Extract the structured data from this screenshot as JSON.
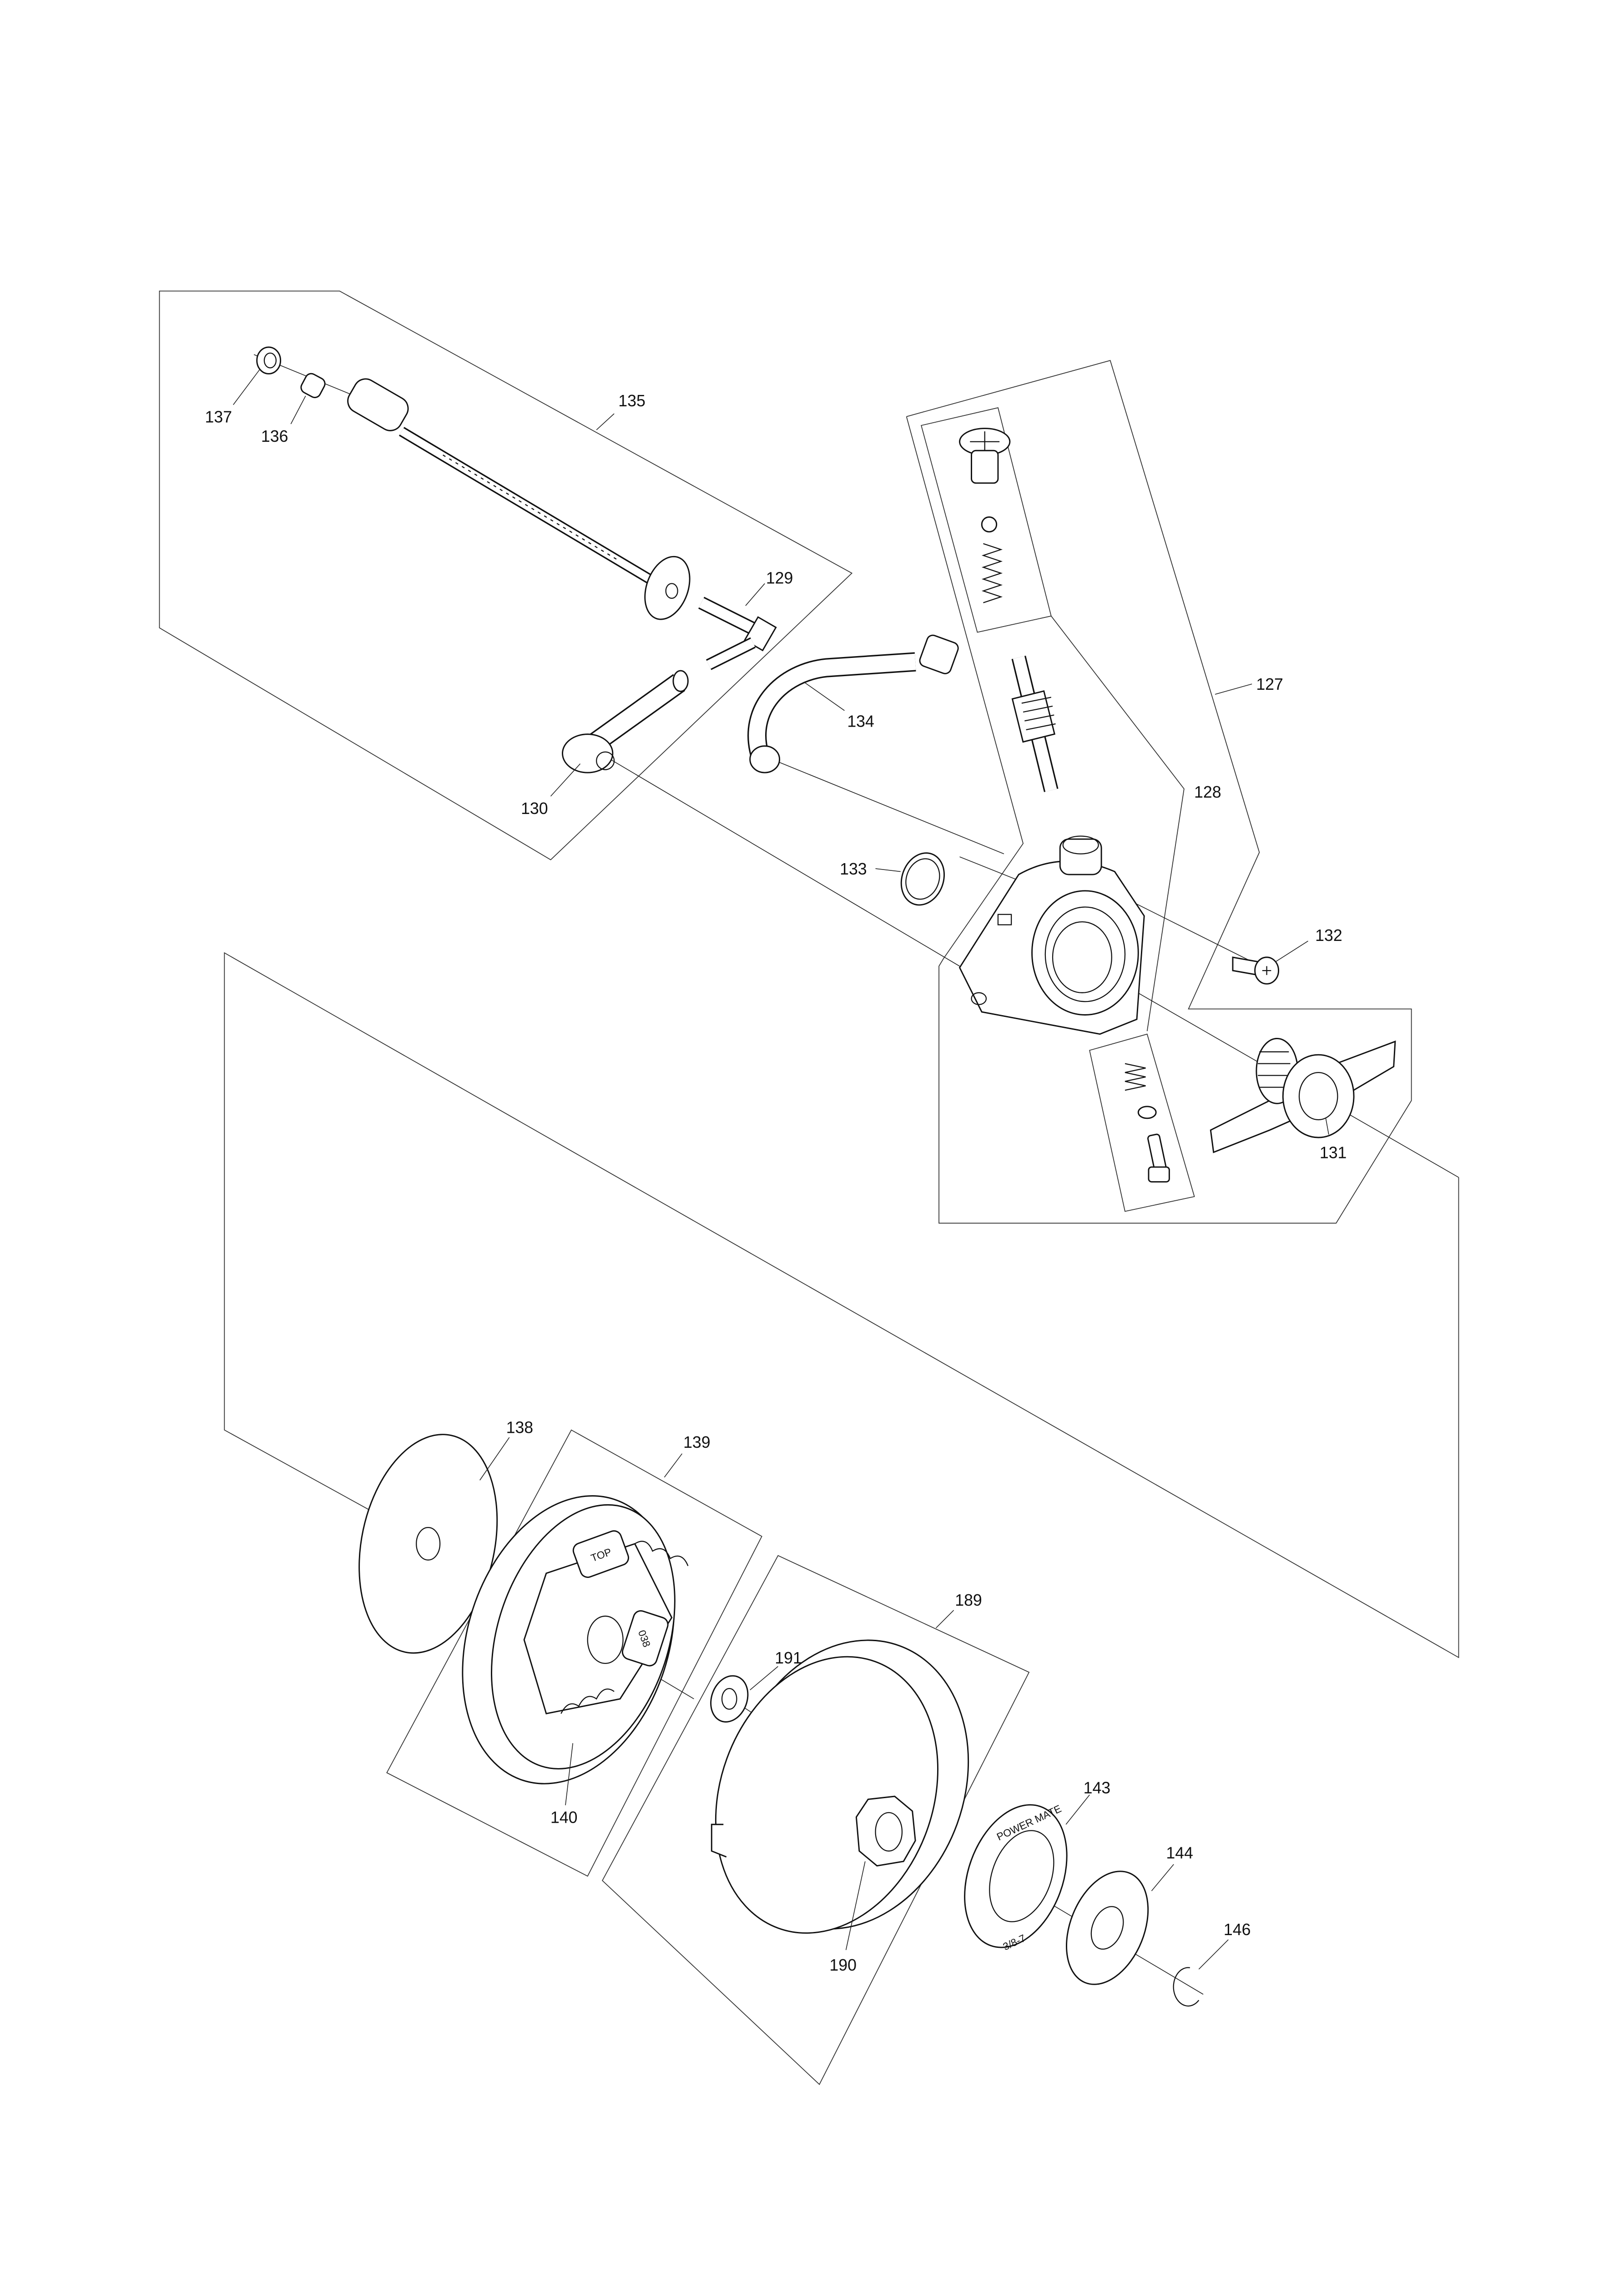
{
  "diagram": {
    "type": "exploded parts diagram",
    "parts": {
      "p127": "127",
      "p128": "128",
      "p129": "129",
      "p130": "130",
      "p131": "131",
      "p132": "132",
      "p133": "133",
      "p134": "134",
      "p135": "135",
      "p136": "136",
      "p137": "137",
      "p138": "138",
      "p139": "139",
      "p140": "140",
      "p143": "143",
      "p144": "144",
      "p146": "146",
      "p189": "189",
      "p190": "190",
      "p191": "191"
    },
    "markings": {
      "clutch_top": "TOP",
      "clutch_code": "038",
      "sprocket_brand": "POWER MATE",
      "sprocket_pitch": "3/8-7"
    },
    "colors": {
      "line": "#111111",
      "background": "#ffffff"
    }
  }
}
